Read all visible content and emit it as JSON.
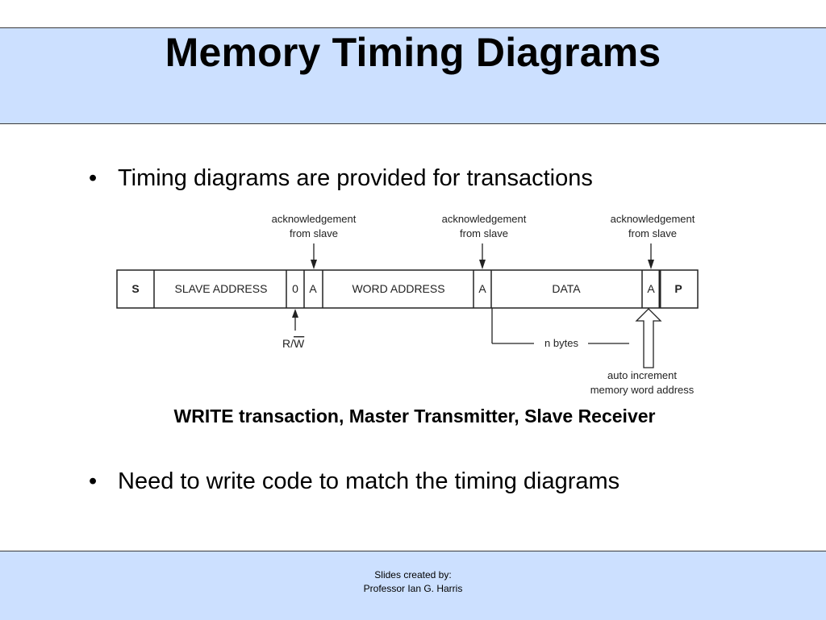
{
  "slide": {
    "title": "Memory Timing Diagrams",
    "bullets": [
      "Timing diagrams are provided for transactions",
      "Need to write code to match the timing diagrams"
    ],
    "bullet_symbol": "•",
    "caption": "WRITE transaction, Master Transmitter, Slave Receiver"
  },
  "diagram": {
    "fields": [
      "S",
      "SLAVE ADDRESS",
      "0",
      "A",
      "WORD ADDRESS",
      "A",
      "DATA",
      "A",
      "P"
    ],
    "ack_label_line1": "acknowledgement",
    "ack_label_line2": "from slave",
    "rw_label_r": "R/",
    "rw_label_w": "W",
    "n_bytes_label": "n bytes",
    "auto_line1": "auto increment",
    "auto_line2": "memory word address"
  },
  "footer": {
    "line1": "Slides created by:",
    "line2": "Professor Ian G. Harris"
  }
}
